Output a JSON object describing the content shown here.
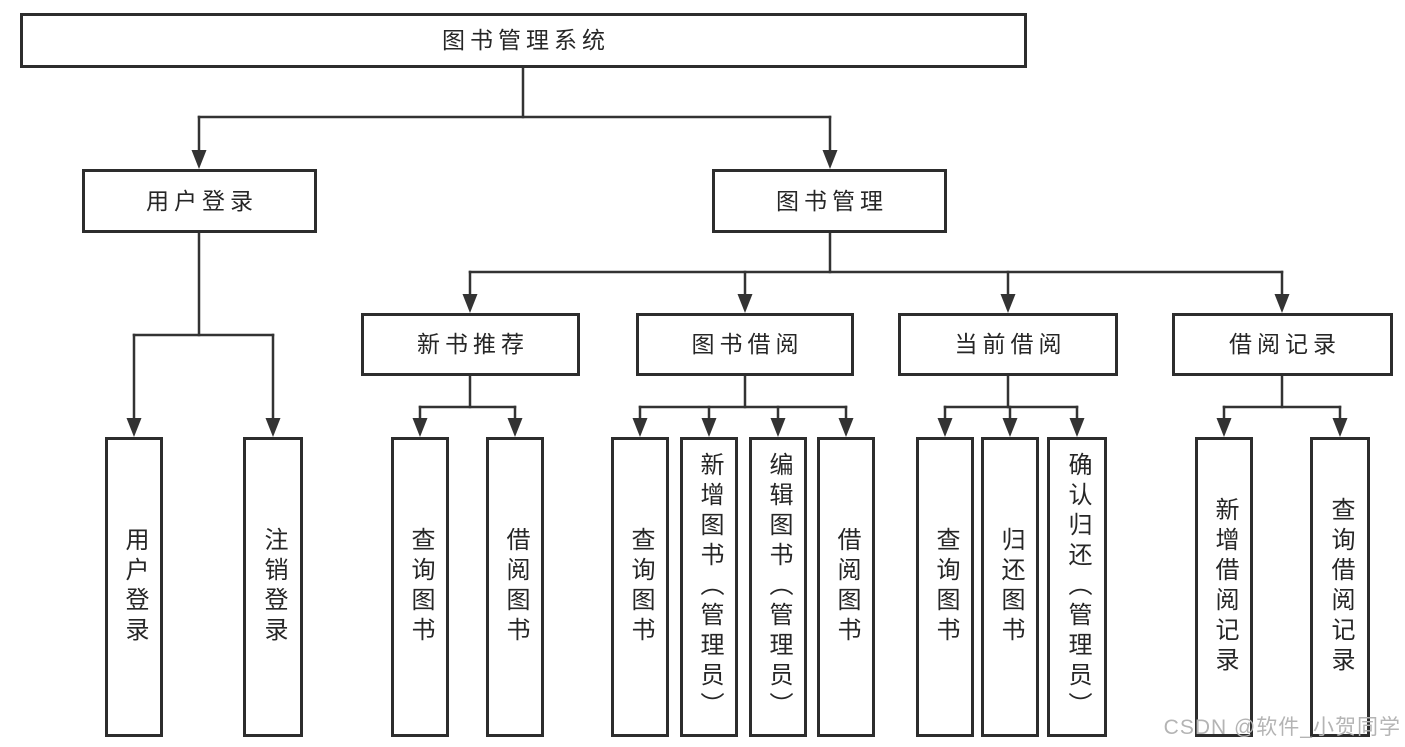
{
  "tree": {
    "root": "图书管理系统",
    "branches": [
      {
        "label": "用户登录",
        "children": [
          "用户登录",
          "注销登录"
        ]
      },
      {
        "label": "图书管理",
        "groups": [
          {
            "label": "新书推荐",
            "children": [
              "查询图书",
              "借阅图书"
            ]
          },
          {
            "label": "图书借阅",
            "children": [
              "查询图书",
              "新增图书（管理员）",
              "编辑图书（管理员）",
              "借阅图书"
            ]
          },
          {
            "label": "当前借阅",
            "children": [
              "查询图书",
              "归还图书",
              "确认归还（管理员）"
            ]
          },
          {
            "label": "借阅记录",
            "children": [
              "新增借阅记录",
              "查询借阅记录"
            ]
          }
        ]
      }
    ]
  },
  "watermark": {
    "text": "CSDN @软件_小贺同学"
  },
  "colors": {
    "line": "#333333",
    "box_border": "#2d2d2d",
    "text": "#262626",
    "watermark": "#b4b4b4",
    "background": "#ffffff"
  }
}
